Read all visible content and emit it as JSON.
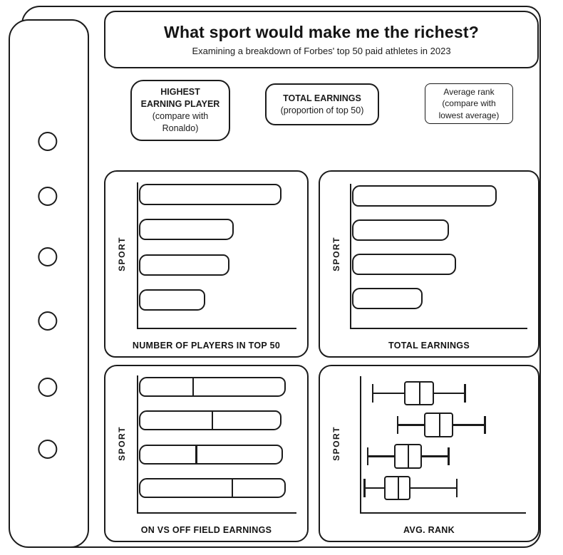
{
  "window": {
    "background": "#ffffff",
    "ink_color": "#1b1b1b"
  },
  "header": {
    "title": "What sport would make me the richest?",
    "subtitle": "Examining a breakdown of Forbes' top 50 paid athletes in 2023"
  },
  "kpis": {
    "highest_player": {
      "title": "HIGHEST EARNING PLAYER",
      "note": "(compare with Ronaldo)"
    },
    "total_earnings": {
      "title": "TOTAL EARNINGS",
      "note": "(proportion of top 50)"
    },
    "average_rank": {
      "title": "Average rank",
      "note": "(compare with lowest average)"
    }
  },
  "sidebar": {
    "nav_dots": 6
  },
  "chart_data": [
    {
      "type": "bar",
      "title": "NUMBER OF PLAYERS IN TOP 50",
      "ylabel": "SPORT",
      "xlim": [
        0,
        1
      ],
      "values": [
        0.9,
        0.6,
        0.57,
        0.42
      ]
    },
    {
      "type": "bar",
      "title": "TOTAL EARNINGS",
      "ylabel": "SPORT",
      "xlim": [
        0,
        1
      ],
      "values": [
        0.82,
        0.55,
        0.59,
        0.4
      ]
    },
    {
      "type": "stacked_bar",
      "title": "ON VS OFF FIELD EARNINGS",
      "ylabel": "SPORT",
      "xlim": [
        0,
        1
      ],
      "values": [
        {
          "length": 0.93,
          "divider": 0.36
        },
        {
          "length": 0.9,
          "divider": 0.51
        },
        {
          "length": 0.91,
          "divider": 0.39
        },
        {
          "length": 0.93,
          "divider": 0.63
        }
      ]
    },
    {
      "type": "boxplot",
      "title": "AVG. RANK",
      "ylabel": "SPORT",
      "xlim": [
        0,
        1
      ],
      "values": [
        {
          "low": 0.07,
          "q1": 0.26,
          "median": 0.35,
          "q3": 0.44,
          "high": 0.63
        },
        {
          "low": 0.22,
          "q1": 0.38,
          "median": 0.47,
          "q3": 0.56,
          "high": 0.75
        },
        {
          "low": 0.04,
          "q1": 0.2,
          "median": 0.28,
          "q3": 0.37,
          "high": 0.53
        },
        {
          "low": 0.02,
          "q1": 0.14,
          "median": 0.22,
          "q3": 0.3,
          "high": 0.58
        }
      ]
    }
  ]
}
